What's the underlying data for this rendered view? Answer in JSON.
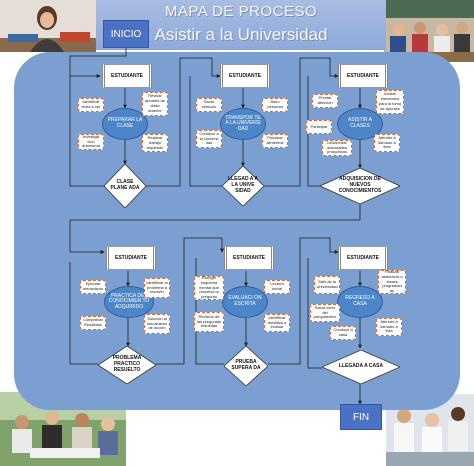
{
  "header": {
    "title_line1": "MAPA DE PROCESO",
    "title_line2": "Asistir a la Universidad",
    "start_label": "INICIO",
    "end_label": "FIN"
  },
  "colors": {
    "board": "#7a9fd0",
    "button": "#4a72c4",
    "oval": "#4c86c8",
    "note_border": "#d9662b",
    "title_bg": "#9ab1df"
  },
  "rows": {
    "top": {
      "students": [
        "ESTUDIANTE",
        "ESTUDIANTE",
        "ESTUDIANTE"
      ],
      "processes": [
        "PREPARAR LA CLASE",
        "TRANSPOR TE A LA UNIVERSI DAD",
        "ASISTIR A CLASES"
      ],
      "decisions": [
        "CLASE PLANE ADA",
        "LLEGAD A A LA UNIVE SIDAD",
        "ADQUISICION DE NUEVOS CONOCIMIENTOS"
      ],
      "notes": [
        [
          "Identificar tema a ver",
          "Revisar apuntes de clase anterior",
          "Investiga ción autónoma",
          "Realizar trabajo requerido"
        ],
        [
          "Sacar vehiculo",
          "Aseo personal",
          "Conducir a la Universi dad",
          "Preparar alimentos"
        ],
        [
          "Prestar atención",
          "Anotar elementos para la toma de apuntes",
          "Participar",
          "Desarrollar actividades propuestas",
          "Atender a llamado a lista"
        ]
      ]
    },
    "bottom": {
      "students": [
        "ESTUDIANTE",
        "ESTUDIANTE",
        "ESTUDIANTE"
      ],
      "processes": [
        "PRACTICA DEL CONOCIMIEN TO ADQUIRIDO",
        "EVALUACI ON ESCRITA",
        "REGRESO A CASA"
      ],
      "decisions": [
        "PROBLEMA PRACTICO RESUELTO",
        "PRUEBA SUPERA DA",
        "LLEGADA A CASA"
      ],
      "notes": [
        [
          "Ejecutar mecanismo",
          "Identificar el problema a resolver",
          "Comprobar Resultado",
          "Solución al mecanismo de acción"
        ],
        [
          "Escoger esquema mental que resuelva la pregunta",
          "Lectura inicial",
          "Revisión de las preguntas resueltas",
          "Identificar temática a evaluar"
        ],
        [
          "Salir de la Universidad",
          "Finalizar asistencia a clases programad as",
          "Sacar carro del parqueadero",
          "Conducir a casa",
          "Atender a llamado a lista"
        ]
      ]
    }
  }
}
